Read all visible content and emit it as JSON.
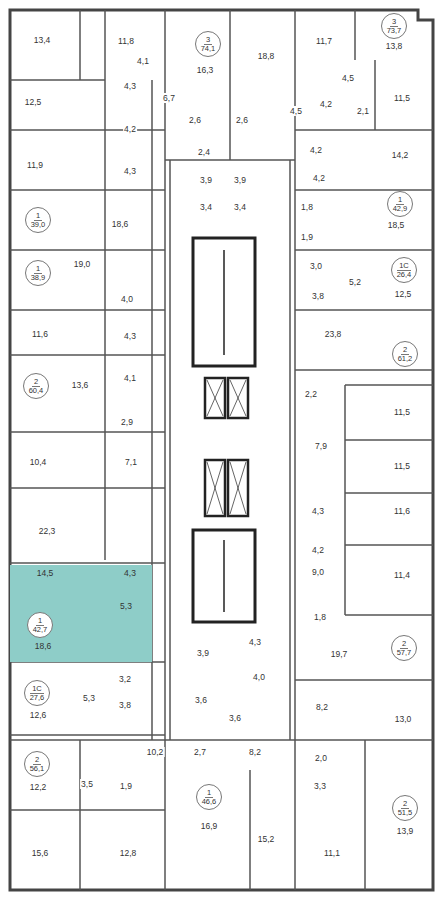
{
  "diagram": {
    "nodes": [
      {
        "text": [
          "3",
          "74,1"
        ]
      },
      {
        "text": [
          "3",
          "73,7"
        ]
      },
      {
        "text": [
          "1",
          "39,0"
        ]
      },
      {
        "text": [
          "1",
          "42,9"
        ]
      },
      {
        "text": [
          "1",
          "38,9"
        ]
      },
      {
        "text": [
          "1С",
          "26,4"
        ]
      },
      {
        "text": [
          "2",
          "61,2"
        ]
      },
      {
        "text": [
          "2",
          "60,4"
        ]
      },
      {
        "text": [
          "14,5",
          "4,3",
          "5,3",
          "18,6"
        ]
      },
      {
        "text": [
          "1",
          "42,7"
        ],
        "in": 8
      },
      {
        "text": [
          "2",
          "57,7"
        ]
      },
      {
        "text": [
          "1С",
          "27,6"
        ]
      },
      {
        "text": [
          "2",
          "56,1"
        ]
      },
      {
        "text": [
          "1",
          "46,6"
        ]
      },
      {
        "text": [
          "2",
          "51,5"
        ]
      }
    ],
    "labels": [
      "13,4",
      "11,8",
      "16,3",
      "18,8",
      "11,7",
      "13,8",
      "4,1",
      "12,5",
      "4,3",
      "6,7",
      "2,6",
      "2,4",
      "2,6",
      "4,5",
      "4,5",
      "4,2",
      "2,1",
      "11,5",
      "4,2",
      "11,9",
      "4,3",
      "3,9",
      "3,9",
      "3,4",
      "3,4",
      "4,2",
      "14,2",
      "4,2",
      "18,6",
      "1,8",
      "18,5",
      "1,9",
      "19,0",
      "3,0",
      "5,2",
      "12,5",
      "3,8",
      "4,0",
      "11,6",
      "4,3",
      "23,8",
      "13,6",
      "4,1",
      "2,2",
      "2,9",
      "11,5",
      "10,4",
      "7,1",
      "7,9",
      "11,5",
      "22,3",
      "4,3",
      "4,2",
      "11,6",
      "9,0",
      "11,4",
      "2,7",
      "1,8",
      "3,9",
      "4,3",
      "3,2",
      "4,0",
      "19,7",
      "5,3",
      "12,6",
      "3,8",
      "3,6",
      "3,6",
      "8,2",
      "13,0",
      "2,0",
      "10,2",
      "2,7",
      "8,2",
      "12,2",
      "3,5",
      "1,9",
      "3,3",
      "16,9",
      "13,9",
      "15,6",
      "12,8",
      "15,2",
      "11,1"
    ]
  }
}
